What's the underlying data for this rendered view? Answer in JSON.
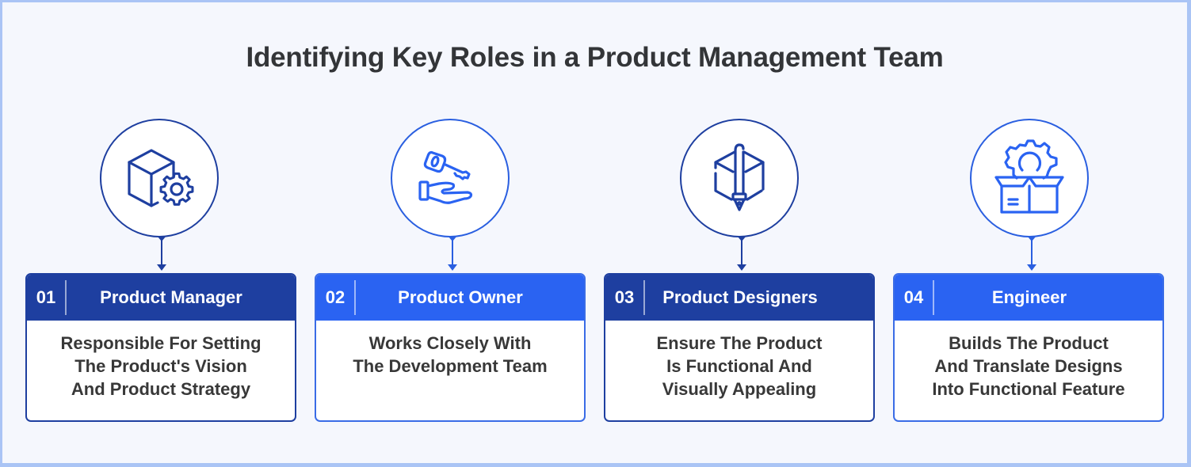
{
  "title": "Identifying Key Roles in a Product Management Team",
  "colors": {
    "dark_blue": "#1e3fa0",
    "bright_blue": "#2a63f2",
    "background": "#f5f7fd",
    "frame": "#aac4f5",
    "title_text": "#333538",
    "body_text": "#383838"
  },
  "roles": [
    {
      "number": "01",
      "label": "Product Manager",
      "icon": "cube-gear-icon",
      "theme": "dark",
      "description": [
        "Responsible For Setting",
        "The Product's Vision",
        "And Product Strategy"
      ]
    },
    {
      "number": "02",
      "label": "Product Owner",
      "icon": "hand-key-icon",
      "theme": "light",
      "description": [
        "Works Closely With",
        "The Development Team"
      ]
    },
    {
      "number": "03",
      "label": "Product Designers",
      "icon": "cube-pen-icon",
      "theme": "dark",
      "description": [
        "Ensure The Product",
        "Is Functional And",
        "Visually Appealing"
      ]
    },
    {
      "number": "04",
      "label": "Engineer",
      "icon": "box-gear-icon",
      "theme": "light",
      "description": [
        "Builds The Product",
        "And Translate Designs",
        "Into Functional Feature"
      ]
    }
  ]
}
